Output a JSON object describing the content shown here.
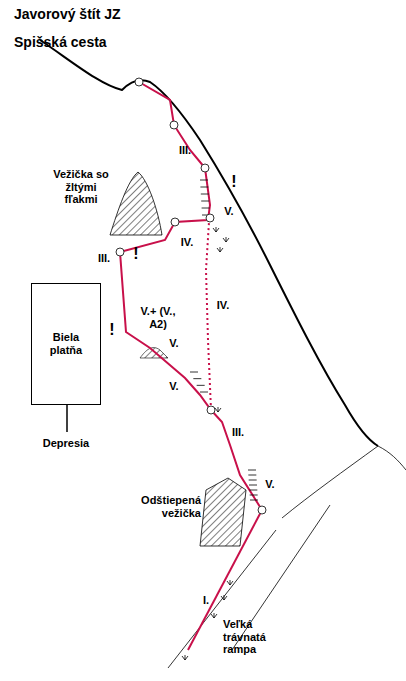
{
  "diagram": {
    "title": "Javorový štít JZ",
    "nodes": [
      {
        "text": [
          "Biela platňa"
        ]
      }
    ],
    "labels": [
      "Spišská cesta",
      "Vežička so žltými fľakmi",
      "III.",
      "!",
      "V.",
      "IV.",
      "III.",
      "!",
      "V.+ (V., A2)",
      "!",
      "V.",
      "IV.",
      "V.",
      "III.",
      "V.",
      "Odštiepená vežička",
      "I.",
      "Veľká trávnatá rampa",
      "Depresia"
    ]
  }
}
